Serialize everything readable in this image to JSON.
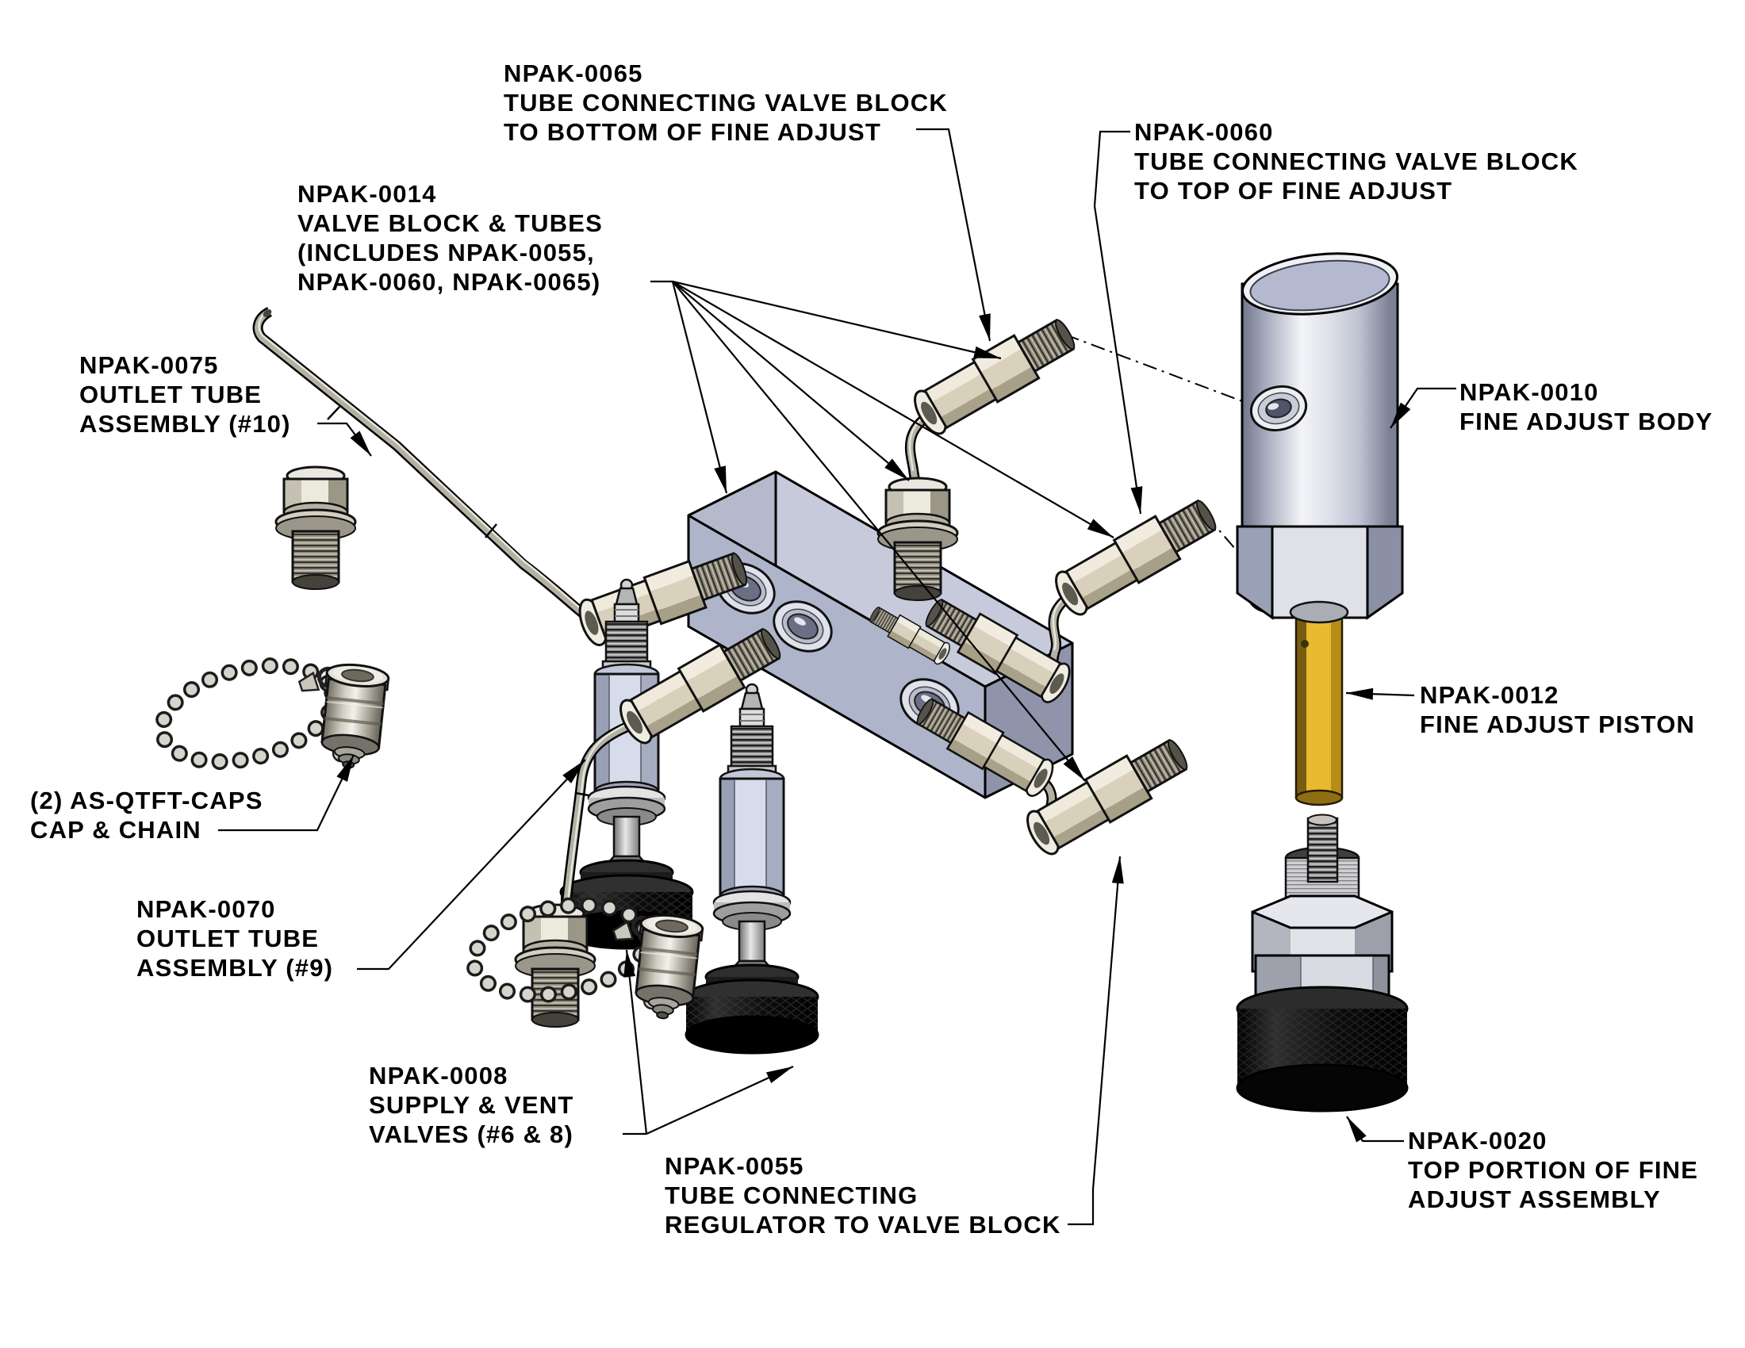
{
  "diagram_title": "",
  "labels": [
    {
      "id": "npak-0065",
      "lines": [
        "NPAK-0065",
        "TUBE CONNECTING VALVE BLOCK",
        "TO BOTTOM OF FINE ADJUST"
      ]
    },
    {
      "id": "npak-0060",
      "lines": [
        "NPAK-0060",
        "TUBE CONNECTING VALVE BLOCK",
        "TO TOP OF FINE ADJUST"
      ]
    },
    {
      "id": "npak-0014",
      "lines": [
        "NPAK-0014",
        "VALVE BLOCK & TUBES",
        "(INCLUDES NPAK-0055,",
        "NPAK-0060, NPAK-0065)"
      ]
    },
    {
      "id": "npak-0075",
      "lines": [
        "NPAK-0075",
        "OUTLET TUBE",
        "ASSEMBLY (#10)"
      ]
    },
    {
      "id": "npak-0010",
      "lines": [
        "NPAK-0010",
        "FINE ADJUST BODY"
      ]
    },
    {
      "id": "npak-0012",
      "lines": [
        "NPAK-0012",
        "FINE ADJUST PISTON"
      ]
    },
    {
      "id": "as-qtft-caps",
      "lines": [
        "(2) AS-QTFT-CAPS",
        "CAP & CHAIN"
      ]
    },
    {
      "id": "npak-0070",
      "lines": [
        "NPAK-0070",
        "OUTLET TUBE",
        "ASSEMBLY (#9)"
      ]
    },
    {
      "id": "npak-0008",
      "lines": [
        "NPAK-0008",
        "SUPPLY & VENT",
        "VALVES (#6 & 8)"
      ]
    },
    {
      "id": "npak-0055",
      "lines": [
        "NPAK-0055",
        "TUBE CONNECTING",
        "REGULATOR TO VALVE BLOCK"
      ]
    },
    {
      "id": "npak-0020",
      "lines": [
        "NPAK-0020",
        "TOP PORTION OF FINE",
        "ADJUST ASSEMBLY"
      ]
    }
  ],
  "colors": {
    "background": "#ffffff",
    "line": "#000000",
    "valve_block_front": "#aeb4c9",
    "valve_block_top": "#c6cada",
    "piston_gold": "#e9ba30",
    "fitting_beige": "#d8d0ba",
    "metal_silver": "#d6d8e0",
    "black_base": "#141414"
  }
}
